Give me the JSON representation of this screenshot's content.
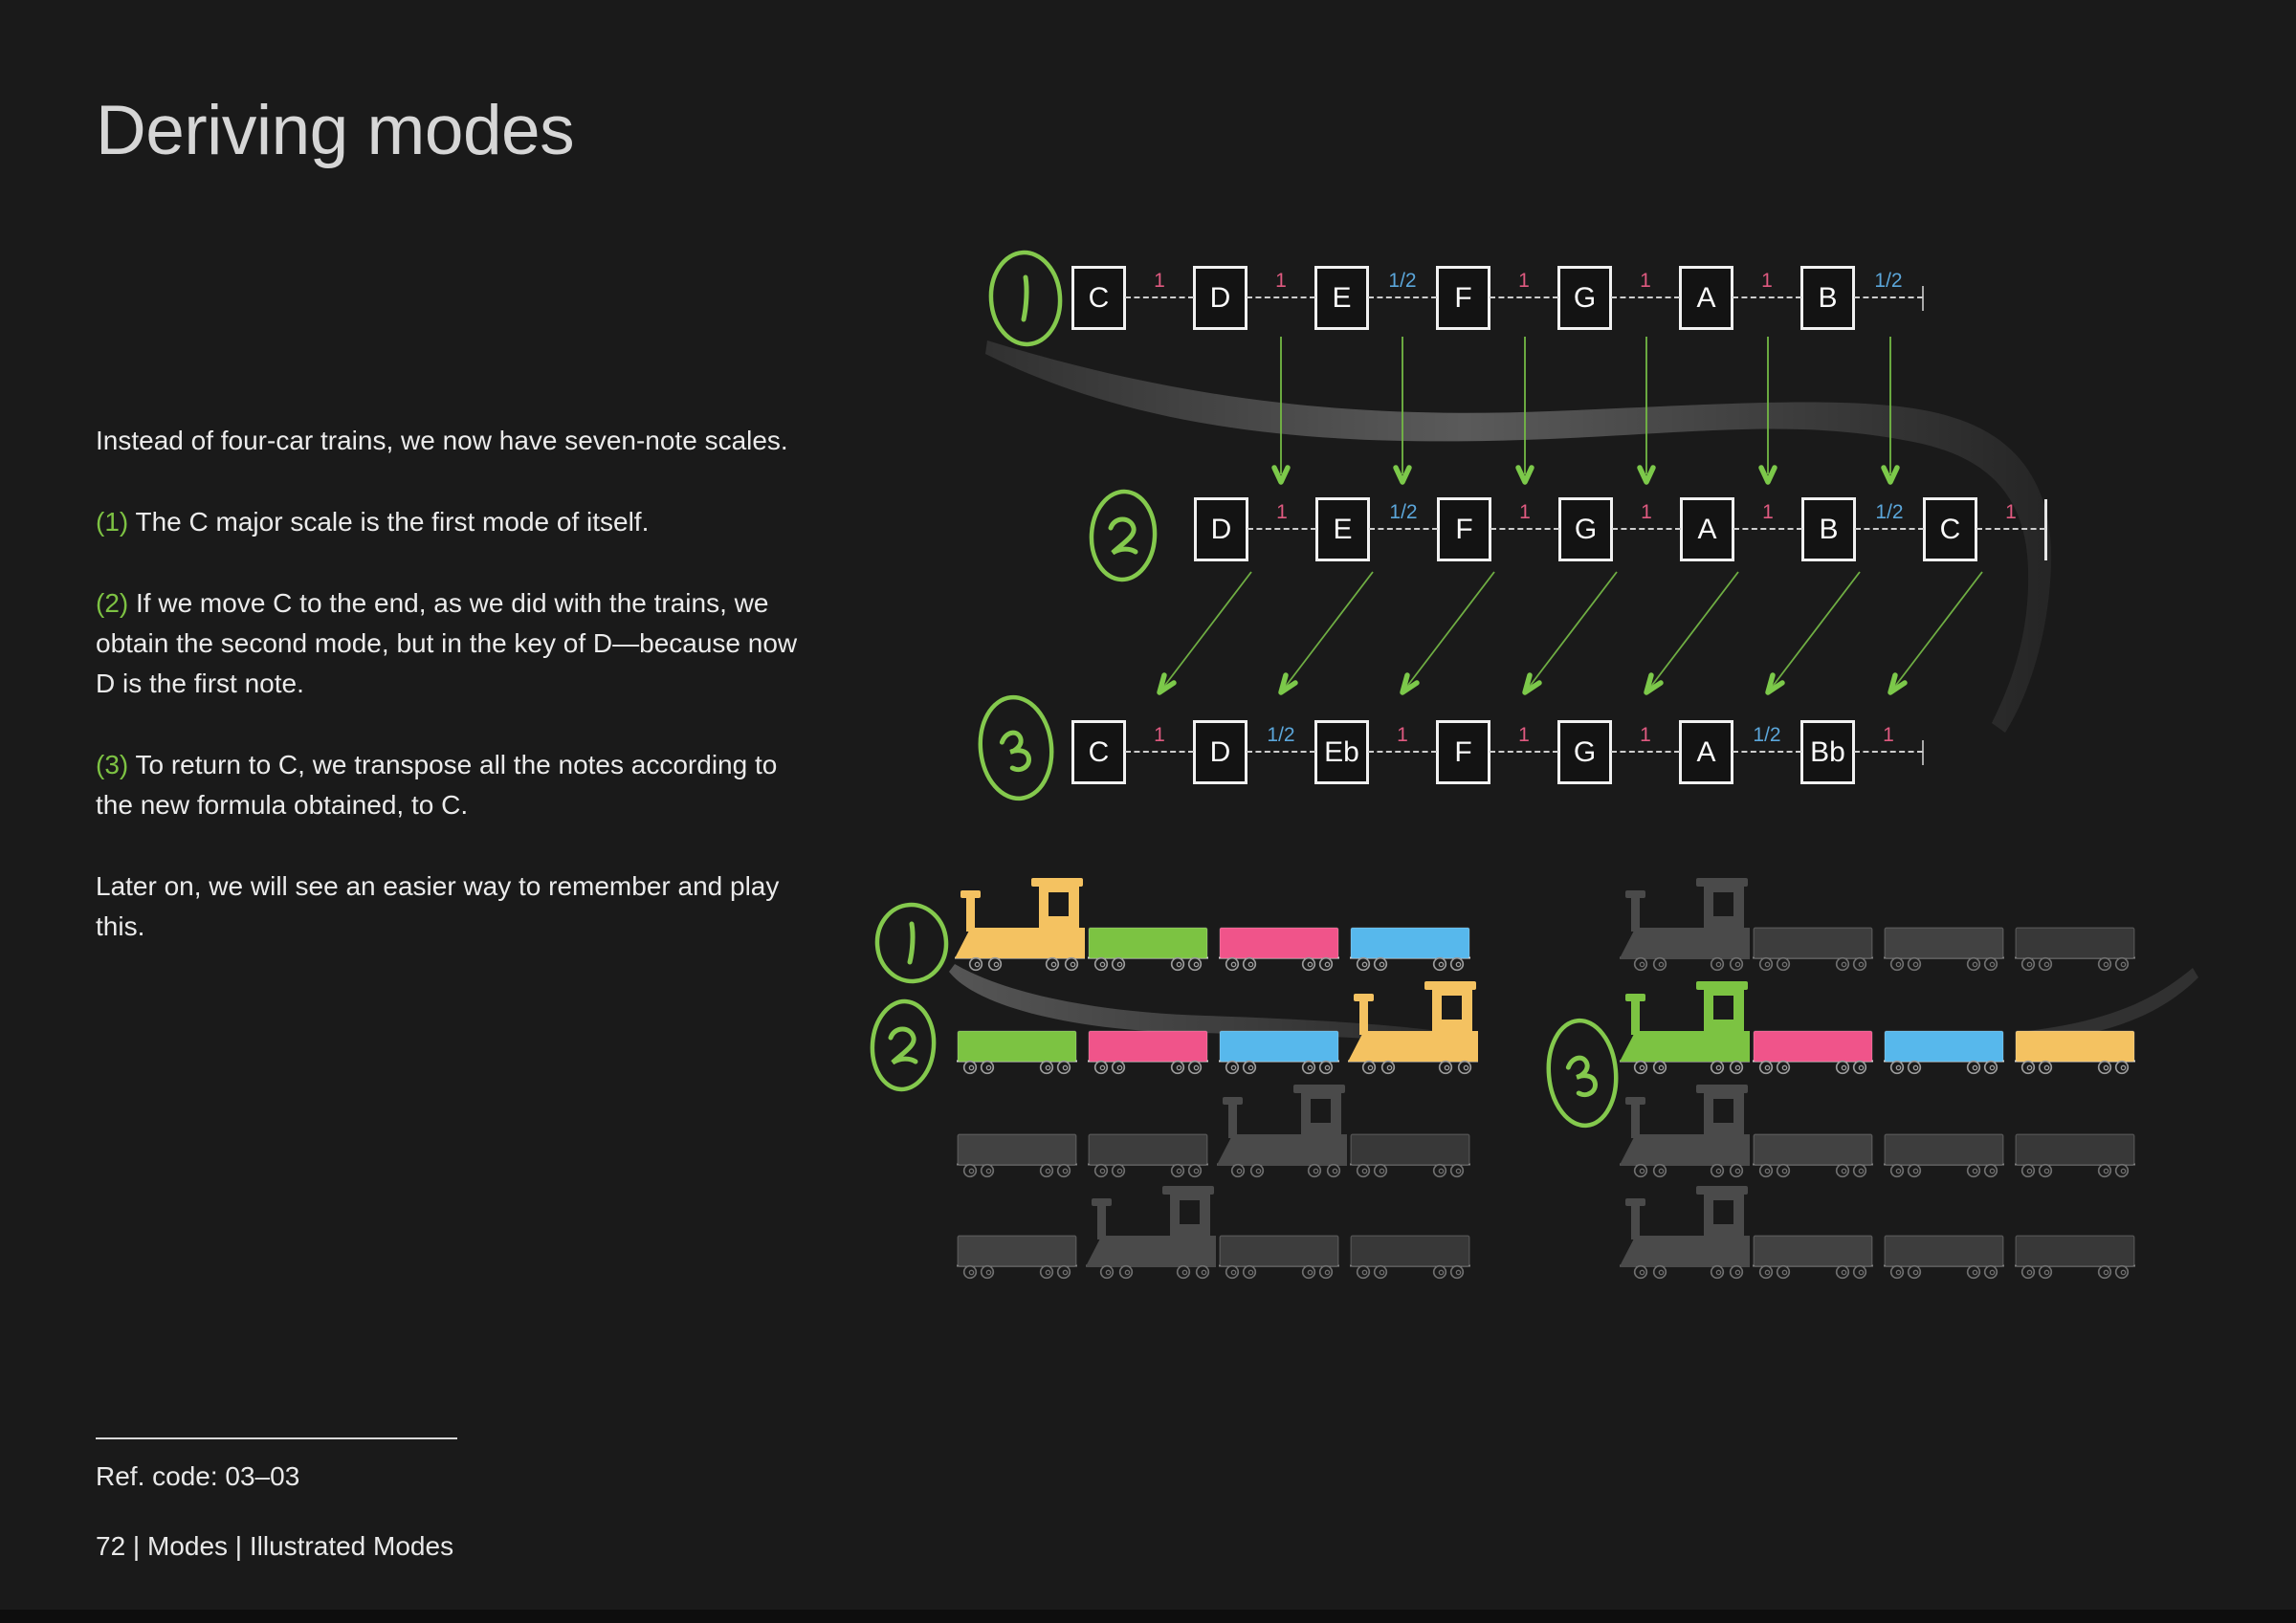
{
  "page": {
    "title": "Deriving modes",
    "background": "#1a1a1a"
  },
  "content": {
    "paragraphs": [
      {
        "marker": "",
        "text": "Instead of four-car trains, we now have seven-note scales."
      },
      {
        "marker": "(1)",
        "text": " The C major scale is the first mode of itself."
      },
      {
        "marker": "(2)",
        "text": " If we move C to the end, as we did with the trains, we obtain the second mode, but in the key of D—because now D is the first note."
      },
      {
        "marker": "(3)",
        "text": " To return to C, we transpose all the notes according to the new formula obtained, to C."
      },
      {
        "marker": "",
        "text": "Later on, we will see an easier way to remember and play this."
      }
    ]
  },
  "scales": {
    "rows": [
      {
        "step": "1",
        "notes": [
          "C",
          "D",
          "E",
          "F",
          "G",
          "A",
          "B"
        ],
        "intervals": [
          "1",
          "1",
          "1/2",
          "1",
          "1",
          "1",
          "1/2"
        ]
      },
      {
        "step": "2",
        "notes": [
          "D",
          "E",
          "F",
          "G",
          "A",
          "B",
          "C"
        ],
        "intervals": [
          "1",
          "1/2",
          "1",
          "1",
          "1",
          "1/2",
          "1"
        ]
      },
      {
        "step": "3",
        "notes": [
          "C",
          "D",
          "Eb",
          "F",
          "G",
          "A",
          "Bb"
        ],
        "intervals": [
          "1",
          "1/2",
          "1",
          "1",
          "1",
          "1/2",
          "1"
        ]
      }
    ]
  },
  "trains": {
    "left": [
      {
        "step": "1",
        "dimmed": false,
        "order": [
          "locomotive",
          "car",
          "car",
          "car"
        ],
        "colors": [
          "yellow",
          "green",
          "pink",
          "blue"
        ]
      },
      {
        "step": "2",
        "dimmed": false,
        "order": [
          "car",
          "car",
          "car",
          "locomotive"
        ],
        "colors": [
          "green",
          "pink",
          "blue",
          "yellow"
        ]
      },
      {
        "step": "",
        "dimmed": true,
        "order": [
          "car",
          "car",
          "locomotive",
          "car"
        ],
        "colors": [
          "gray",
          "gray",
          "gray",
          "gray"
        ]
      },
      {
        "step": "",
        "dimmed": true,
        "order": [
          "car",
          "locomotive",
          "car",
          "car"
        ],
        "colors": [
          "gray",
          "gray",
          "gray",
          "gray"
        ]
      }
    ],
    "right": [
      {
        "step": "",
        "dimmed": true,
        "order": [
          "locomotive",
          "car",
          "car",
          "car"
        ],
        "colors": [
          "gray",
          "gray",
          "gray",
          "gray"
        ]
      },
      {
        "step": "3",
        "dimmed": false,
        "order": [
          "locomotive",
          "car",
          "car",
          "car"
        ],
        "colors": [
          "green",
          "pink",
          "blue",
          "yellow"
        ]
      },
      {
        "step": "",
        "dimmed": true,
        "order": [
          "locomotive",
          "car",
          "car",
          "car"
        ],
        "colors": [
          "gray",
          "gray",
          "gray",
          "gray"
        ]
      },
      {
        "step": "",
        "dimmed": true,
        "order": [
          "locomotive",
          "car",
          "car",
          "car"
        ],
        "colors": [
          "gray",
          "gray",
          "gray",
          "gray"
        ]
      }
    ]
  },
  "footer": {
    "ref_code": "Ref. code: 03–03",
    "page_info": "72 | Modes | Illustrated Modes"
  },
  "colors": {
    "background": "#1a1a1a",
    "accent_green": "#7dc243",
    "interval_whole_step": "#df5a80",
    "interval_half_step": "#5ba6da",
    "locomotive_yellow": "#f4c261",
    "car_green": "#7cc342",
    "car_pink": "#f0548a",
    "car_blue": "#57b8ec",
    "dimmed_gray": "#404040"
  }
}
